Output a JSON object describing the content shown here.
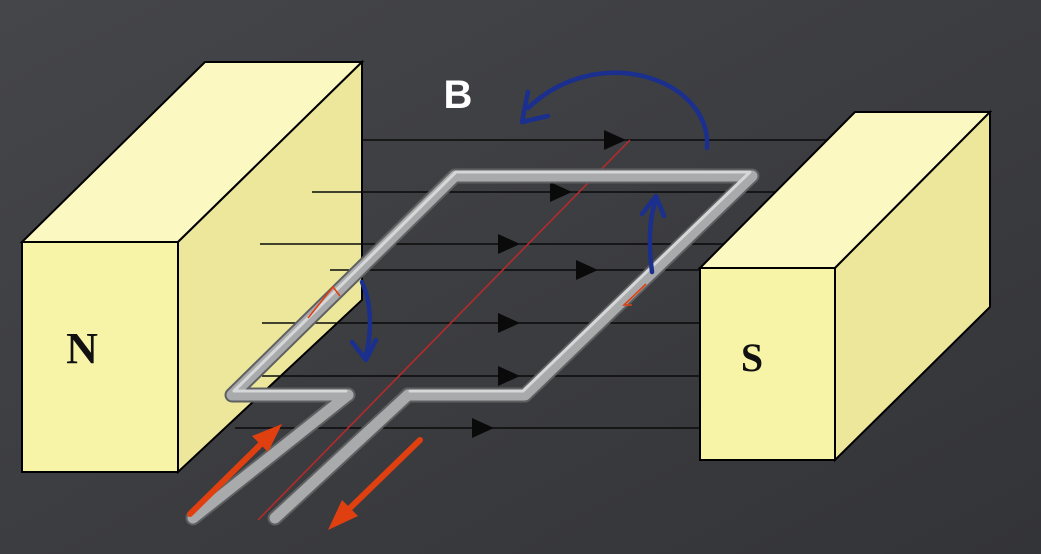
{
  "labels": {
    "field": "B",
    "north_pole": "N",
    "south_pole": "S"
  },
  "colors": {
    "background": "#3c3d41",
    "magnet_front": "#f7f4a8",
    "magnet_side": "#ece79a",
    "magnet_top": "#fbf8c2",
    "field_line": "#0a0a0a",
    "loop": "#a9aaac",
    "axis": "#b52a2a",
    "current_arrow": "#e04010",
    "rotation_arrow": "#1a2f8e"
  },
  "icons": [
    "rotation-arrow-icon",
    "current-arrow-icon",
    "field-arrowhead-icon"
  ]
}
